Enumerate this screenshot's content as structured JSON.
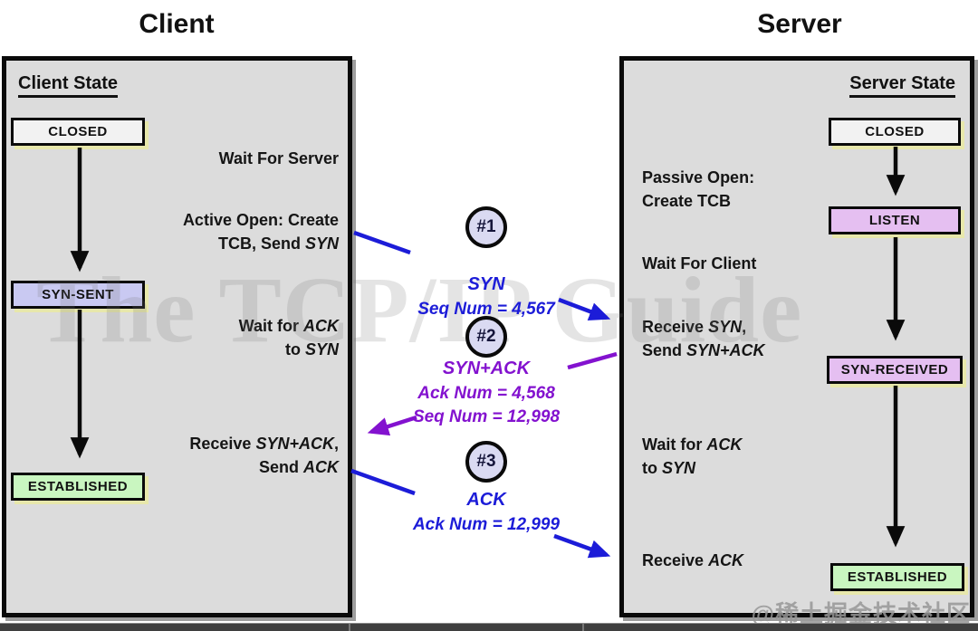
{
  "client": {
    "title": "Client",
    "heading": "Client State",
    "states": {
      "closed": "CLOSED",
      "syn_sent": "SYN-SENT",
      "established": "ESTABLISHED"
    },
    "annotations": {
      "wait_server": [
        [
          "Wait For Server",
          0
        ]
      ],
      "active_open_l1": [
        [
          "Active Open: Create",
          0
        ]
      ],
      "active_open_l2": [
        [
          "TCB, Send ",
          0
        ],
        [
          "SYN",
          1
        ]
      ],
      "wait_ack_l1": [
        [
          "Wait for ",
          0
        ],
        [
          "ACK",
          1
        ]
      ],
      "wait_ack_l2": [
        [
          "to ",
          0
        ],
        [
          "SYN",
          1
        ]
      ],
      "recv_synack_l1": [
        [
          "Receive ",
          0
        ],
        [
          "SYN+ACK",
          1
        ],
        [
          ",",
          0
        ]
      ],
      "recv_synack_l2": [
        [
          "Send ",
          0
        ],
        [
          "ACK",
          1
        ]
      ]
    }
  },
  "server": {
    "title": "Server",
    "heading": "Server State",
    "states": {
      "closed": "CLOSED",
      "listen": "LISTEN",
      "syn_received": "SYN-RECEIVED",
      "established": "ESTABLISHED"
    },
    "annotations": {
      "passive_l1": [
        [
          "Passive Open:",
          0
        ]
      ],
      "passive_l2": [
        [
          "Create TCB",
          0
        ]
      ],
      "wait_client": [
        [
          "Wait For Client",
          0
        ]
      ],
      "recv_syn_l1": [
        [
          "Receive ",
          0
        ],
        [
          "SYN",
          1
        ],
        [
          ",",
          0
        ]
      ],
      "recv_syn_l2": [
        [
          "Send ",
          0
        ],
        [
          "SYN+ACK",
          1
        ]
      ],
      "wait_ack_l1": [
        [
          "Wait for ",
          0
        ],
        [
          "ACK",
          1
        ]
      ],
      "wait_ack_l2": [
        [
          "to ",
          0
        ],
        [
          "SYN",
          1
        ]
      ],
      "recv_ack": [
        [
          "Receive ",
          0
        ],
        [
          "ACK",
          1
        ]
      ]
    }
  },
  "messages": [
    {
      "badge": "#1",
      "name": "SYN",
      "details": [
        "Seq Num = 4,567"
      ],
      "color": "#1c1cd8"
    },
    {
      "badge": "#2",
      "name": "SYN+ACK",
      "details": [
        "Ack Num = 4,568",
        "Seq Num = 12,998"
      ],
      "color": "#8312cf"
    },
    {
      "badge": "#3",
      "name": "ACK",
      "details": [
        "Ack Num = 12,999"
      ],
      "color": "#1c1cd8"
    }
  ],
  "watermarks": {
    "center": "The TCP/IP Guide",
    "corner": "@稀土掘金技术社区"
  },
  "colors": {
    "panel_bg": "#dcdcdc",
    "state_closed": "#f2f2f2",
    "state_syn_sent": "#c9c9f2",
    "state_listen": "#e5bff1",
    "state_syn_received": "#e5bff1",
    "state_established": "#c9f6c0",
    "box_glow": "#e7e7ab",
    "arrow_blue": "#1c1cd8",
    "arrow_purple": "#8312cf",
    "arrow_black": "#0a0a0a"
  }
}
